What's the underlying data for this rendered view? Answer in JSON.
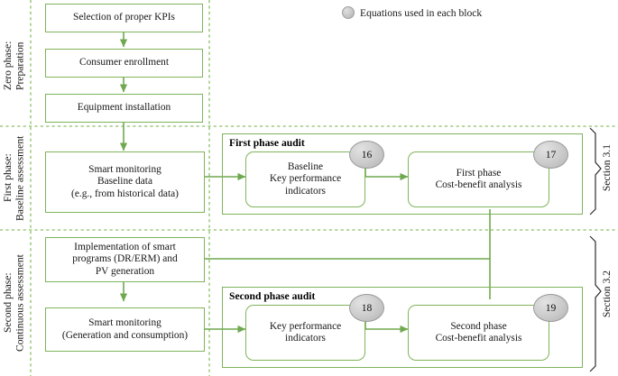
{
  "legend": {
    "icon": "grey-ellipse-icon",
    "text": "Equations used in each block"
  },
  "phases": [
    {
      "id": "zero",
      "label": "Zero phase:\nPreparation"
    },
    {
      "id": "first",
      "label": "First phase:\nBaseline assessment"
    },
    {
      "id": "second",
      "label": "Second phase:\nContinuous assessment"
    }
  ],
  "sections": [
    {
      "id": "sec31",
      "label": "Section 3.1"
    },
    {
      "id": "sec32",
      "label": "Section 3.2"
    }
  ],
  "nodes": {
    "kpi_selection": "Selection of proper KPIs",
    "consumer_enrollment": "Consumer enrollment",
    "equipment_installation": "Equipment installation",
    "smart_monitoring_baseline": "Smart monitoring\nBaseline data\n(e.g., from historical data)",
    "baseline_kpi": "Baseline\nKey performance\nindicators",
    "first_phase_cba": "First phase\nCost-benefit analysis",
    "implementation_programs": "Implementation of smart\nprograms (DR/ERM) and\nPV generation",
    "smart_monitoring_gen": "Smart monitoring\n(Generation and consumption)",
    "second_phase_kpi": "Key performance\nindicators",
    "second_phase_cba": "Second phase\nCost-benefit analysis"
  },
  "groups": {
    "first_phase_audit": "First phase audit",
    "second_phase_audit": "Second phase audit"
  },
  "equations": {
    "baseline_kpi": "16",
    "first_phase_cba": "17",
    "second_phase_kpi": "18",
    "second_phase_cba": "19"
  },
  "colors": {
    "flow_green": "#7fb35a",
    "divider_green": "#8cbf68",
    "bubble_grey": "#c9c9c9",
    "text": "#161616",
    "background": "#ffffff"
  }
}
